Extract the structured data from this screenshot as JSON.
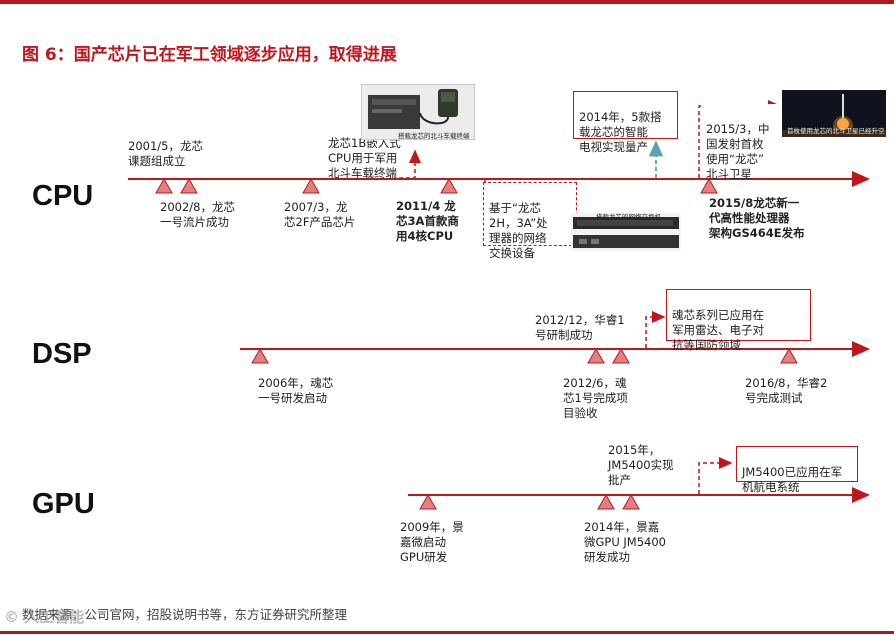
{
  "figure": {
    "title": "图 6：国产芯片已在军工领域逐步应用，取得进展",
    "source": "数据来源：公司官网，招股说明书等，东方证券研究所整理",
    "watermark": "© 人工智能"
  },
  "colors": {
    "accent": "#c0161e",
    "rule": "#b5161c",
    "teal_arrow": "#5aa3b0"
  },
  "rows": [
    {
      "name": "CPU"
    },
    {
      "name": "DSP"
    },
    {
      "name": "GPU"
    }
  ],
  "cpu": {
    "events": [
      {
        "text": "2001/5，龙芯\n课题组成立"
      },
      {
        "text": "2002/8，龙芯\n一号流片成功"
      },
      {
        "text": "2007/3，龙\n芯2F产品芯片"
      },
      {
        "text": "龙芯1B嵌入式\nCPU用于军用\n北斗车载终端"
      },
      {
        "text": "2011/4  龙\n芯3A首款商\n用4核CPU"
      },
      {
        "text": "基于“龙芯\n2H，3A”处\n理器的网络\n交换设备"
      },
      {
        "text": "2014年，5款搭\n载龙芯的智能\n电视实现量产"
      },
      {
        "text": "2015/3，中\n国发射首枚\n使用“龙芯”\n北斗卫星"
      },
      {
        "text": "2015/8龙芯新一\n代高性能处理器\n架构GS464E发布"
      }
    ],
    "photo_captions": [
      "搭载龙芯的北斗车载终端",
      "搭载龙芯的网络交换机",
      "首枚使用龙芯的北斗卫星已经升空"
    ]
  },
  "dsp": {
    "events": [
      {
        "text": "2006年，魂芯\n一号研发启动"
      },
      {
        "text": "2012/12，华睿1\n号研制成功"
      },
      {
        "text": "2012/6，魂\n芯1号完成项\n目验收"
      },
      {
        "text": "魂芯系列已应用在\n军用雷达、电子对\n抗等国防领域"
      },
      {
        "text": "2016/8，华睿2\n号完成测试"
      }
    ]
  },
  "gpu": {
    "events": [
      {
        "text": "2009年，景\n嘉微启动\nGPU研发"
      },
      {
        "text": "2014年，景嘉\n微GPU  JM5400\n研发成功"
      },
      {
        "text": "2015年，\nJM5400实现\n批产"
      },
      {
        "text": "JM5400已应用在军\n机航电系统"
      }
    ]
  }
}
